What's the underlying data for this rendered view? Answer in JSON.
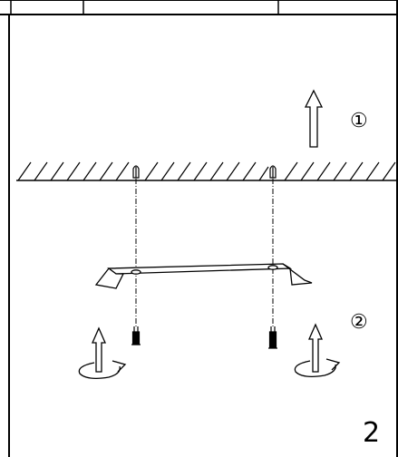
{
  "steps": {
    "step1_label": "①",
    "step2_label": "②"
  },
  "page_number": "2",
  "icons": {
    "up_arrow": "up-arrow-icon",
    "rotate_arrow": "rotate-arrow-icon",
    "screw": "screw-icon",
    "anchor": "anchor-icon"
  },
  "colors": {
    "line": "#000000",
    "background": "#ffffff"
  }
}
